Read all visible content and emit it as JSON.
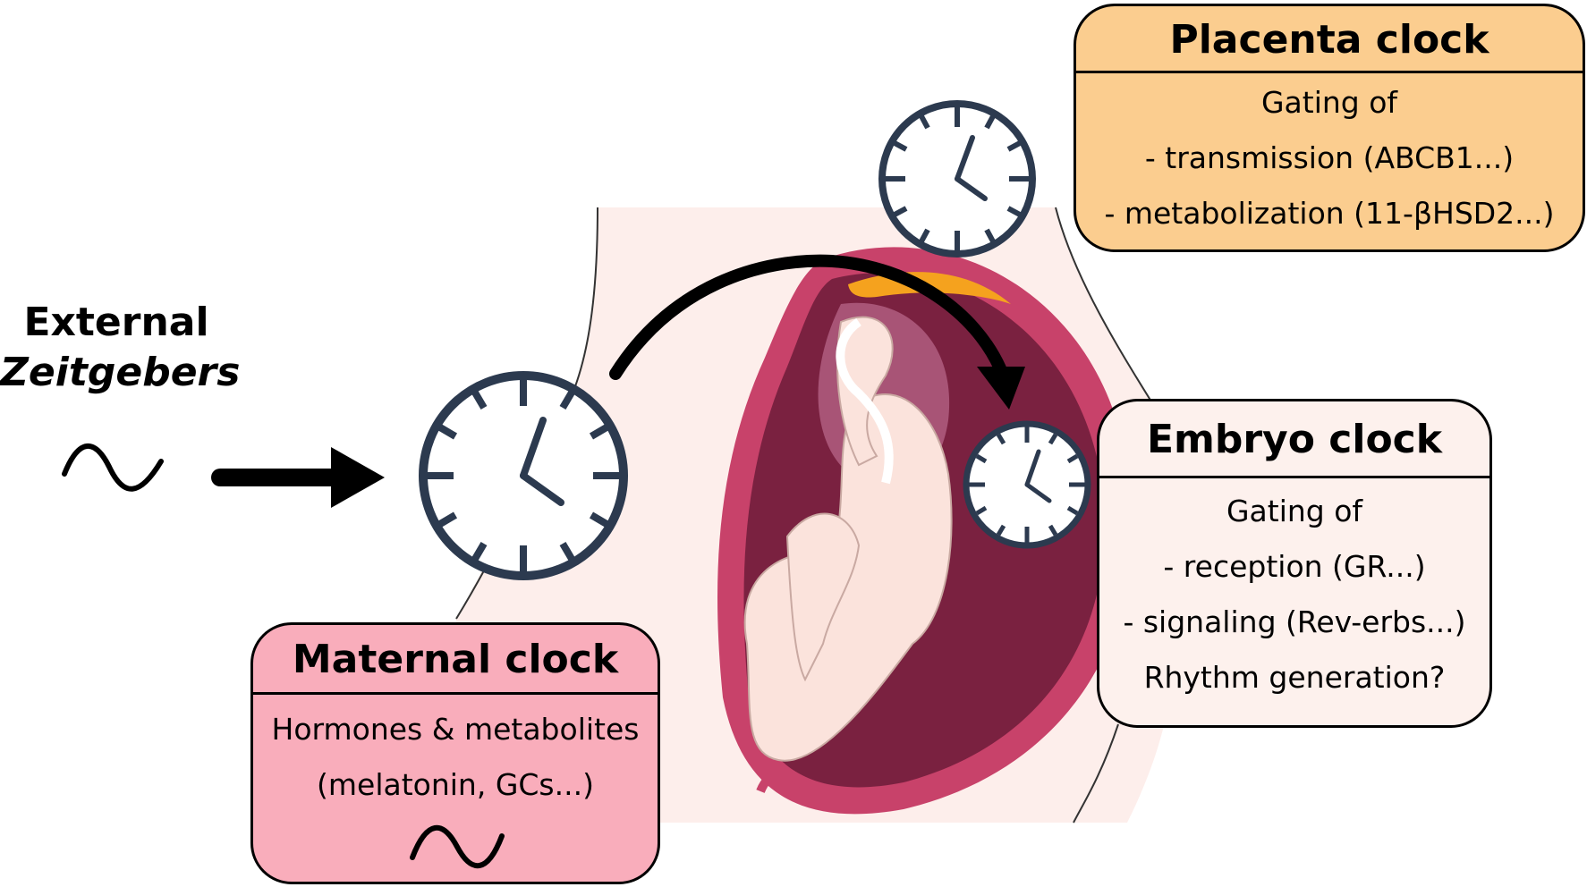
{
  "external": {
    "line1": "External",
    "line2": "Zeitgebers"
  },
  "maternal_clock": {
    "title": "Maternal clock",
    "lines": [
      "Hormones & metabolites",
      "(melatonin, GCs...)"
    ]
  },
  "placenta_clock": {
    "title": "Placenta clock",
    "lines": [
      "Gating of",
      "- transmission (ABCB1...)",
      "- metabolization (11-βHSD2...)"
    ]
  },
  "embryo_clock": {
    "title": "Embryo clock",
    "lines": [
      "Gating of",
      "- reception (GR...)",
      "- signaling (Rev-erbs...)",
      "Rhythm generation?"
    ]
  },
  "colors": {
    "maternal_box": "#f9adbb",
    "placenta_box": "#fbcd8f",
    "embryo_box": "#fdf1ed",
    "clock_stroke": "#2c3a4f",
    "uterus_wall": "#c8426a",
    "placenta_tissue": "#f5a21e",
    "body_skin": "#fdeeeb"
  }
}
